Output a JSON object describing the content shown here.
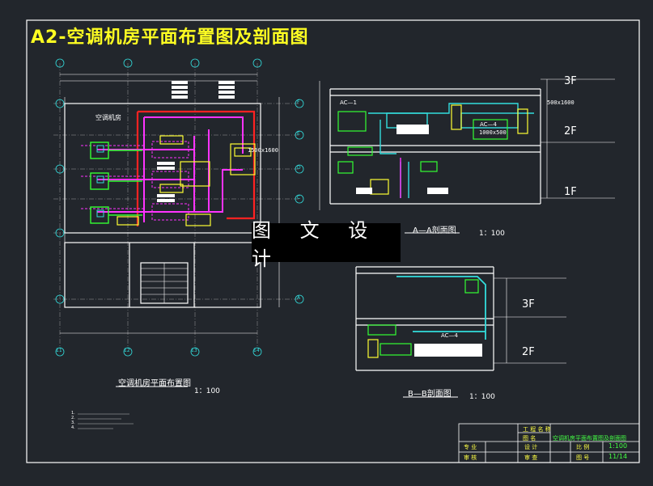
{
  "sheet": {
    "title": "A2-空调机房平面布置图及剖面图",
    "watermark": "图 文 设 计"
  },
  "plan": {
    "caption": "空调机房平面布置图",
    "scale": "1：100",
    "room_label": "空调机房",
    "duct_size": "1500x1600",
    "notes": [
      "1.",
      "2.",
      "3.",
      "4."
    ]
  },
  "section_aa": {
    "caption": "A—A剖面图",
    "scale": "1：100",
    "floors": [
      "3F",
      "2F",
      "1F"
    ],
    "unit_1": "AC—1",
    "unit_4": "AC—4",
    "duct_1": "500x1600",
    "duct_2": "1000x500"
  },
  "section_bb": {
    "caption": "B—B剖面图",
    "scale": "1：100",
    "floors": [
      "3F",
      "2F"
    ],
    "unit_4": "AC—4"
  },
  "title_block": {
    "project_label": "工 程 名 称",
    "drawing_label": "图     名",
    "drawing_name": "空调机房平面布置图及剖面图",
    "major_label": "专 业",
    "design_label": "设 计",
    "scale_label": "比 例",
    "scale_value": "1:100",
    "review_label": "审 核",
    "check_label": "审 查",
    "sheet_label": "图 号",
    "sheet_value": "11/14"
  },
  "axes": {
    "columns": [
      "11",
      "12",
      "13",
      "14"
    ],
    "rows": [
      "F",
      "E",
      "D",
      "C",
      "B",
      "A"
    ]
  },
  "colors": {
    "background": "#22262c",
    "line": "#ffffff",
    "duct_supply": "#ff33ff",
    "duct_wall": "#ff2222",
    "equipment": "#ffff33",
    "pipe": "#33ff33",
    "cyan": "#33dddd"
  }
}
